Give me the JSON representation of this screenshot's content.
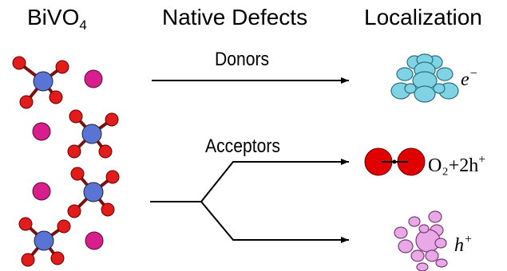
{
  "headers": {
    "col1_main": "BiVO",
    "col1_sub": "4",
    "col2": "Native Defects",
    "col3": "Localization"
  },
  "labels": {
    "donors": "Donors",
    "acceptors": "Acceptors"
  },
  "localization": {
    "electron_base": "e",
    "electron_sup": "−",
    "o2_text": "O₂+2h",
    "o2_sup": "+",
    "hole_base": "h",
    "hole_sup": "+"
  },
  "colors": {
    "bi_atom": "#d81e8c",
    "v_atom": "#5a74d6",
    "o_atom": "#e21b1b",
    "bond": "#7a1010",
    "electron_cloud": "#7fd3e3",
    "hole_cloud": "#e9a9e6",
    "o2_atom": "#e00000"
  }
}
